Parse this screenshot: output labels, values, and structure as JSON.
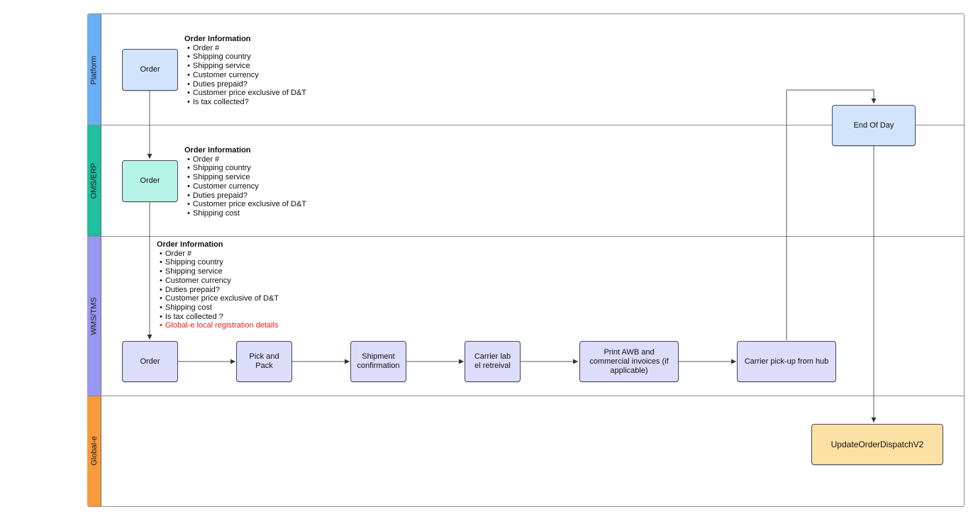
{
  "colors": {
    "platform": "#6aaff5",
    "oms": "#1fbfa0",
    "wms": "#9898f4",
    "globale": "#f99a3b",
    "box_blue": "#d1e4fb",
    "box_teal": "#b5f4e6",
    "box_lavender": "#dcdcfb",
    "box_orange": "#fde0a4",
    "highlight_red": "#e02020"
  },
  "lanes": [
    {
      "label": "Platform"
    },
    {
      "label": "OMS/ERP"
    },
    {
      "label": "WMS/TMS"
    },
    {
      "label": "Global-e"
    }
  ],
  "nodes": {
    "platform_order": "Order",
    "oms_order": "Order",
    "wms_order": "Order",
    "pick_pack": "Pick and\nPack",
    "shipment_confirmation": "Shipment\nconfirmation",
    "carrier_label": "Carrier lab\nel retreival",
    "print_awb": "Print AWB and\ncommercial invoices (if\napplicable)",
    "carrier_pickup": "Carrier pick-up from hub",
    "end_of_day": "End Of Day",
    "update_dispatch": "UpdateOrderDispatchV2"
  },
  "info_blocks": {
    "platform": {
      "title": "Order Information",
      "items": [
        "Order  #",
        "Shipping country",
        "Shipping service",
        "Customer currency",
        "Duties prepaid?",
        "Customer price exclusive of D&T",
        "Is tax collected?"
      ]
    },
    "oms": {
      "title": "Order Information",
      "items": [
        "Order  #",
        "Shipping country",
        "Shipping service",
        "Customer currency",
        "Duties prepaid?",
        "Customer price exclusive of D&T",
        "Shipping cost"
      ]
    },
    "wms": {
      "title": "Order Information",
      "items": [
        "Order  #",
        "Shipping country",
        "Shipping service",
        "Customer currency",
        "Duties prepaid?",
        "Customer price exclusive of D&T",
        "Shipping cost",
        "Is tax collected ?"
      ],
      "highlight_item": "Global-e local registration details"
    }
  }
}
